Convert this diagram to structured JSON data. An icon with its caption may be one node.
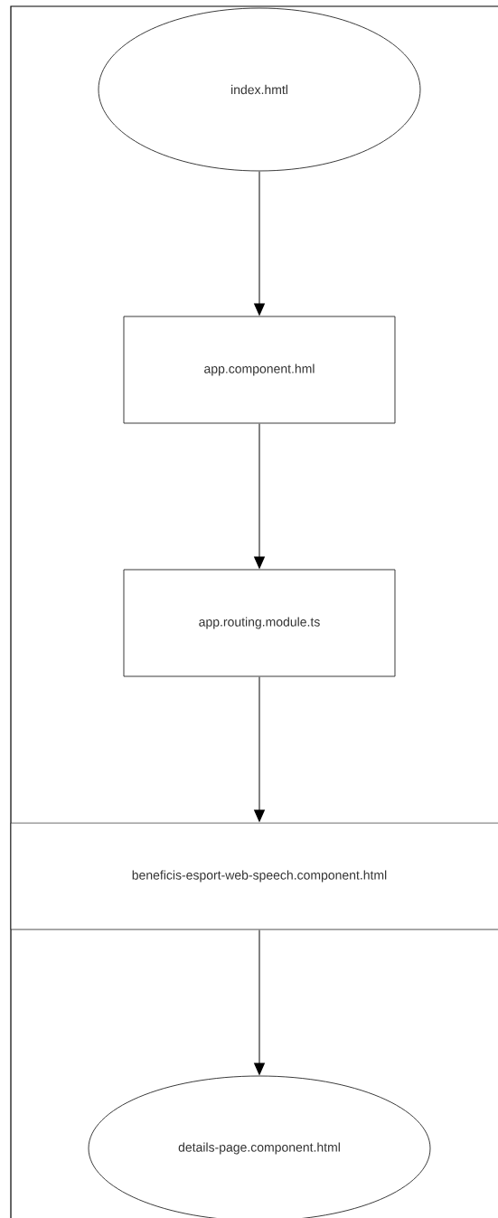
{
  "diagram": {
    "nodes": [
      {
        "text": [
          "index.hmtl"
        ]
      },
      {
        "text": [
          "app.component.hml"
        ]
      },
      {
        "text": [
          "app.routing.module.ts"
        ]
      },
      {
        "text": [
          "beneficis-esport-web-speech.component.html"
        ]
      },
      {
        "text": [
          "details-page.component.html"
        ]
      }
    ],
    "edges": [
      {
        "from": 0,
        "to": 1,
        "arrow": "to"
      },
      {
        "from": 1,
        "to": 2,
        "arrow": "to"
      },
      {
        "from": 2,
        "to": 3,
        "arrow": "to"
      },
      {
        "from": 3,
        "to": 4,
        "arrow": "to"
      }
    ]
  }
}
